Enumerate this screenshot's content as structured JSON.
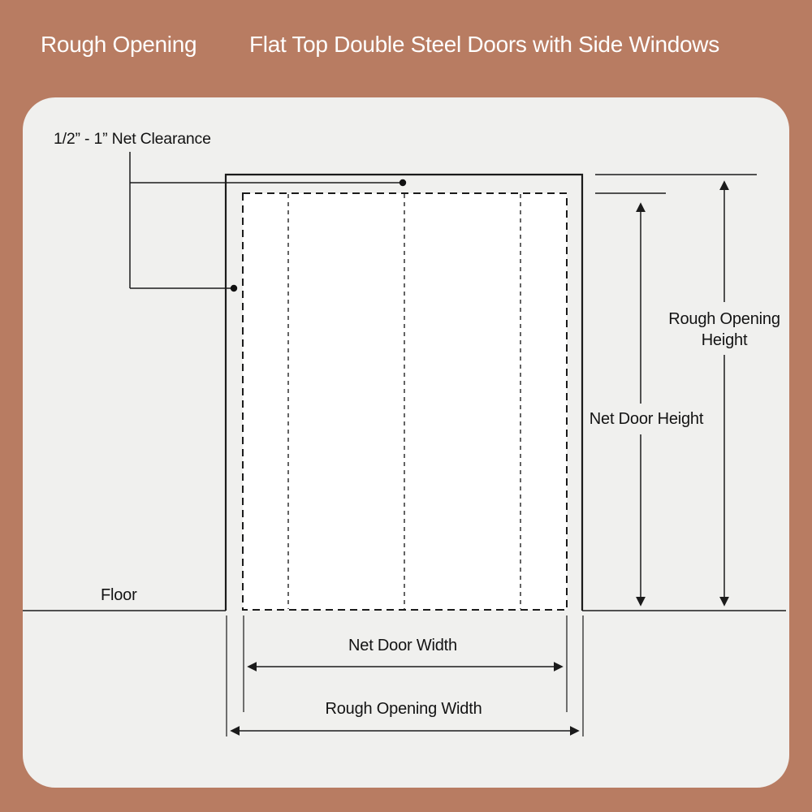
{
  "header": {
    "title_left": "Rough Opening",
    "title_right": "Flat Top Double Steel Doors with Side Windows"
  },
  "diagram": {
    "net_clearance_label": "1/2” - 1” Net Clearance",
    "floor_label": "Floor",
    "net_door_width_label": "Net Door Width",
    "rough_opening_width_label": "Rough Opening Width",
    "net_door_height_label": "Net Door Height",
    "rough_opening_height_label": "Rough Opening Height"
  },
  "colors": {
    "background": "#b87c62",
    "panel": "#f0f0ee",
    "line": "#1b1b1b",
    "text": "#131313",
    "title_text": "#ffffff",
    "door_fill": "#ffffff"
  }
}
